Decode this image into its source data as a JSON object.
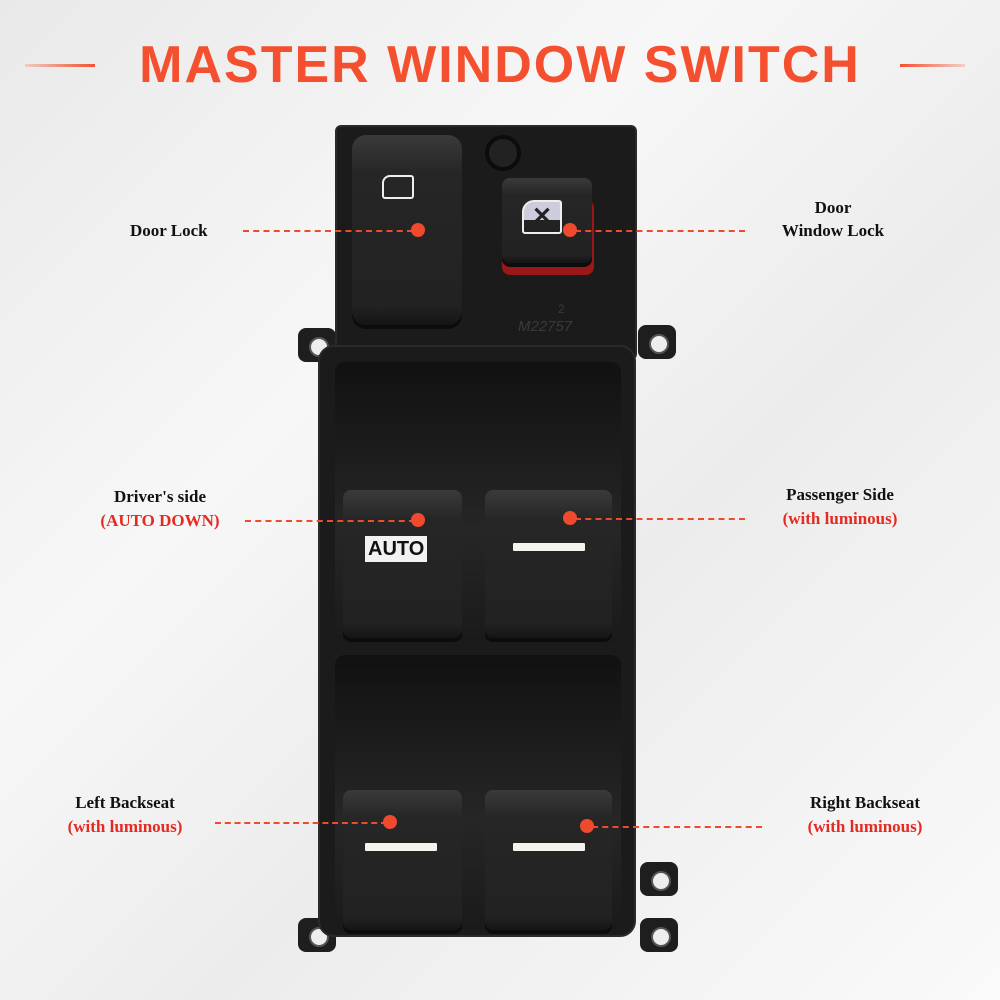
{
  "title": "MASTER WINDOW SWITCH",
  "switch": {
    "auto_label": "AUTO",
    "part_number": "M22757",
    "mark": "2"
  },
  "labels": {
    "door_lock": "Door Lock",
    "window_lock_line1": "Door",
    "window_lock_line2": "Window Lock",
    "driver_line1": "Driver's side",
    "driver_line2": "(AUTO DOWN)",
    "passenger_line1": "Passenger Side",
    "passenger_line2": "(with luminous)",
    "left_back_line1": "Left Backseat",
    "left_back_line2": "(with luminous)",
    "right_back_line1": "Right Backseat",
    "right_back_line2": "(with luminous)"
  },
  "colors": {
    "accent": "#f04a2e",
    "title": "#f4502f"
  }
}
